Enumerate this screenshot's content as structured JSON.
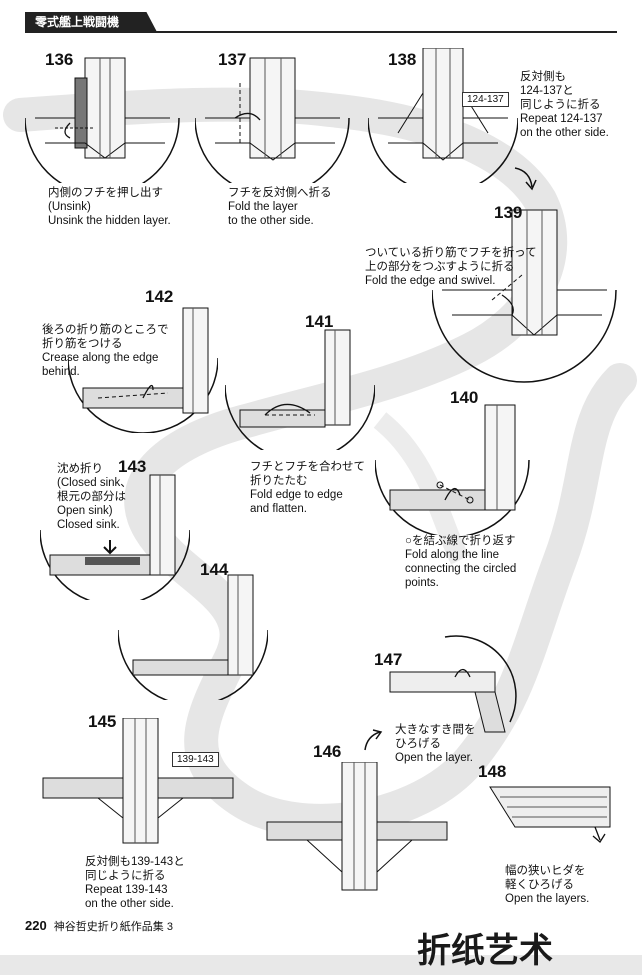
{
  "header": {
    "title": "零式艦上戦闘機"
  },
  "steps": [
    {
      "num": "136",
      "caption": "内側のフチを押し出す\n(Unsink)\nUnsink the hidden layer."
    },
    {
      "num": "137",
      "caption": "フチを反対側へ折る\nFold the layer\nto the other side."
    },
    {
      "num": "138",
      "caption": "反対側も\n124-137と\n同じように折る\nRepeat 124-137\non the other side.",
      "ref": "124-137"
    },
    {
      "num": "139",
      "caption": "ついている折り筋でフチを折って\n上の部分をつぶすように折る\nFold the edge and swivel."
    },
    {
      "num": "140",
      "caption": "○を結ぶ線で折り返す\nFold along the line\nconnecting the circled\npoints."
    },
    {
      "num": "141",
      "caption": "フチとフチを合わせて\n折りたたむ\nFold edge to edge\nand flatten."
    },
    {
      "num": "142",
      "caption": "後ろの折り筋のところで\n折り筋をつける\nCrease along the edge\nbehind."
    },
    {
      "num": "143",
      "caption": "沈め折り\n(Closed sink、\n根元の部分は\nOpen sink)\nClosed sink."
    },
    {
      "num": "144",
      "caption": ""
    },
    {
      "num": "145",
      "caption": "反対側も139-143と\n同じように折る\nRepeat 139-143\non the other side.",
      "ref": "139-143"
    },
    {
      "num": "146",
      "caption": ""
    },
    {
      "num": "147",
      "caption": "大きなすき間を\nひろげる\nOpen the layer."
    },
    {
      "num": "148",
      "caption": "幅の狭いヒダを\n軽くひろげる\nOpen the layers."
    }
  ],
  "footer": {
    "page": "220",
    "book": "神谷哲史折り紙作品集 3"
  },
  "watermark": {
    "text": "折纸艺术"
  }
}
